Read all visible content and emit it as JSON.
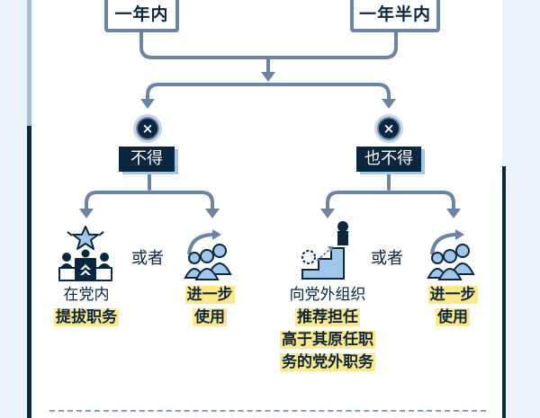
{
  "top_left_box": "一年内",
  "top_right_box": "一年半内",
  "left_branch": {
    "label": "不得",
    "option_a": {
      "line1": "在党内",
      "line2": "提拔职务"
    },
    "or": "或者",
    "option_b": {
      "line1": "进一步",
      "line2": "使用"
    }
  },
  "right_branch": {
    "label": "也不得",
    "option_a": {
      "line1": "向党外组织",
      "line2": "推荐担任",
      "line3": "高于其原任职",
      "line4": "务的党外职务"
    },
    "or": "或者",
    "option_b": {
      "line1": "进一步",
      "line2": "使用"
    }
  },
  "prohibit_symbol": "×",
  "colors": {
    "navy": "#0b2740",
    "steel": "#6b84a6",
    "highlight": "#fde98a",
    "shadow": "#9fc7ea"
  }
}
